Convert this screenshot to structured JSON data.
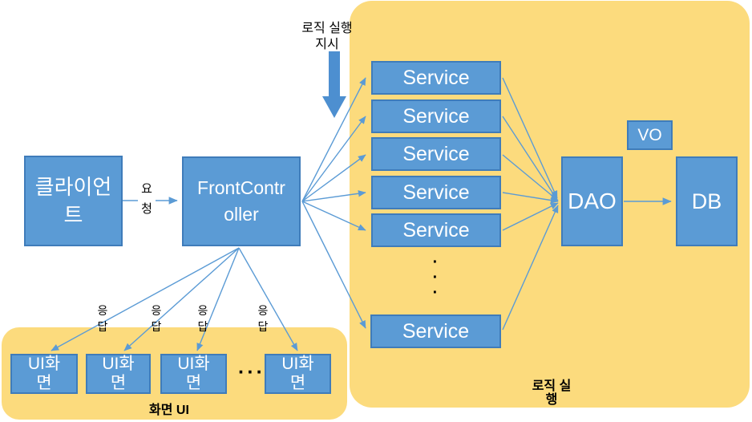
{
  "colors": {
    "box_fill": "#5B9BD5",
    "box_border": "#3F7CBA",
    "arrow_blue": "#5B9BD5",
    "thick_arrow_fill": "#4D8FD0",
    "region_yellow": "#FCDB7D",
    "box_text": "#FFFFFF",
    "label_text": "#000000"
  },
  "nodes": {
    "client": "클라이언\n트",
    "front_controller": "FrontContr\noller",
    "services": [
      "Service",
      "Service",
      "Service",
      "Service",
      "Service",
      "Service"
    ],
    "dao": "DAO",
    "vo": "VO",
    "db": "DB",
    "ui_screens": [
      "UI화\n면",
      "UI화\n면",
      "UI화\n면",
      "UI화\n면"
    ]
  },
  "labels": {
    "request": "요\n청",
    "logic_instruction": "로직 실행\n지시",
    "responses": [
      "응\n답",
      "응\n답",
      "응\n답",
      "응\n답"
    ],
    "logic_region_caption": "로직 실\n행",
    "screen_ui_caption": "화면 UI",
    "vertical_ellipsis": "·\n·\n·",
    "horizontal_ellipsis": "···"
  },
  "icons": {
    "logic_instruction_arrow": "thick-down-arrow"
  }
}
